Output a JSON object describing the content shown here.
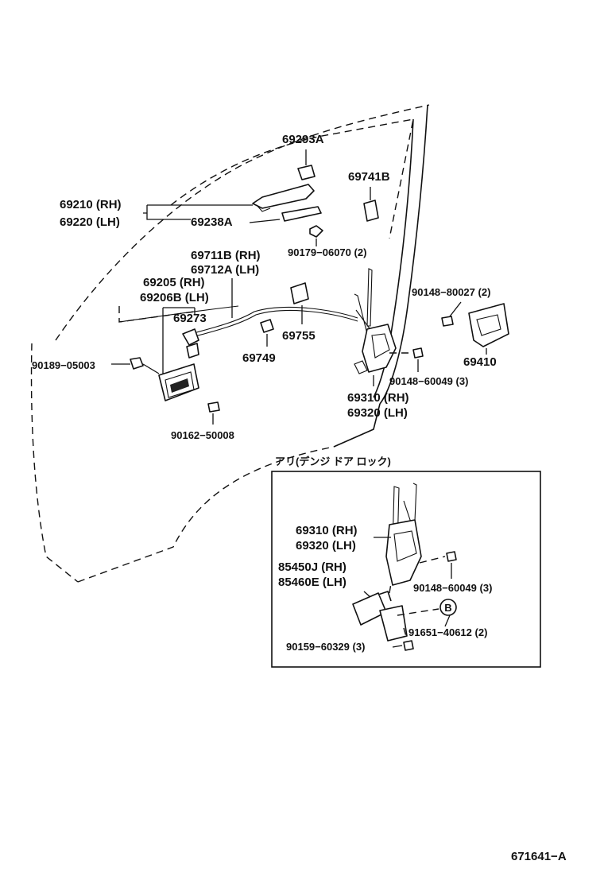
{
  "labels": {
    "p69293A": "69293A",
    "p69741B": "69741B",
    "p69210": "69210 (RH)",
    "p69220": "69220 (LH)",
    "p69238A": "69238A",
    "p90179": "90179−06070 (2)",
    "p69711B": "69711B (RH)",
    "p69712A": "69712A (LH)",
    "p69205": "69205 (RH)",
    "p69206B": "69206B (LH)",
    "p69273": "69273",
    "p69755": "69755",
    "p69749": "69749",
    "p90189": "90189−05003",
    "p90162": "90162−50008",
    "p90148a": "90148−80027 (2)",
    "p69410": "69410",
    "p90148b": "90148−60049 (3)",
    "p69310": "69310 (RH)",
    "p69320": "69320 (LH)"
  },
  "inset": {
    "title": "アリ(デンジ ドア ロック)",
    "labels": {
      "p69310": "69310 (RH)",
      "p69320": "69320 (LH)",
      "p85450J": "85450J (RH)",
      "p85460E": "85460E (LH)",
      "p90148": "90148−60049 (3)",
      "p91651": "91651−40612 (2)",
      "p90159": "90159−60329 (3)",
      "markerB": "B"
    }
  },
  "diagram_id": "671641−A"
}
